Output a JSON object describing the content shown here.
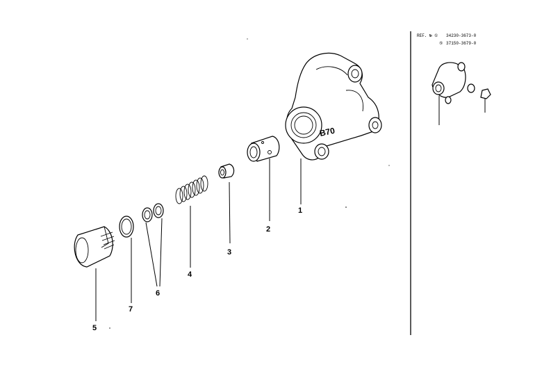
{
  "diagram": {
    "callouts": [
      {
        "id": "1",
        "label": "1"
      },
      {
        "id": "2",
        "label": "2"
      },
      {
        "id": "3",
        "label": "3"
      },
      {
        "id": "4",
        "label": "4"
      },
      {
        "id": "5",
        "label": "5"
      },
      {
        "id": "6",
        "label": "6"
      },
      {
        "id": "7",
        "label": "7"
      }
    ],
    "reference": {
      "prefix": "REF. №",
      "lines": [
        {
          "marker": "①",
          "code": "34230-3673-0"
        },
        {
          "marker": "⑤",
          "code": "37150-3679-0"
        }
      ]
    },
    "housing_lettering": "B70"
  }
}
